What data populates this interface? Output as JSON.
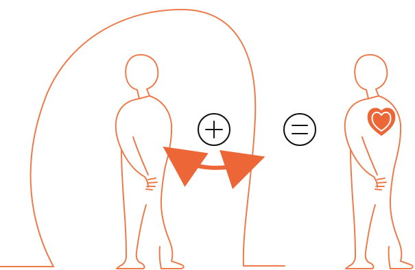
{
  "colors": {
    "background": "#ffffff",
    "line": "#ee7a4a",
    "accent": "#ec6637",
    "symbol": "#111111"
  },
  "icons": {
    "figure_left": "standing-person-outline",
    "arch": "arch-outline",
    "arrow": "double-headed-arrow",
    "plus": "plus-in-circle",
    "equals": "equals-in-circle",
    "figure_right": "standing-person-outline",
    "heart": "heart-badge"
  }
}
